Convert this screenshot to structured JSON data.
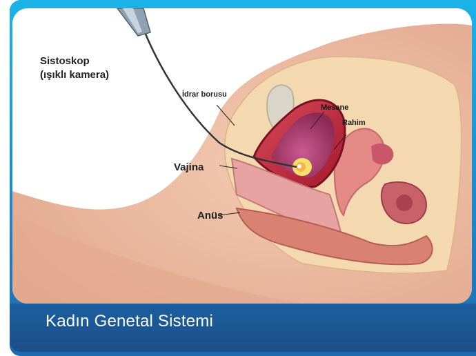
{
  "caption": "Kadın Genetal Sistemi",
  "labels": {
    "sistoskop_line1": "Sistoskop",
    "sistoskop_line2": "(ışıklı kamera)",
    "idrar_borusu": "İdrar borusu",
    "mesane": "Mesane",
    "rahim": "Rahim",
    "vajina": "Vajina",
    "anus": "Anüs"
  },
  "colors": {
    "frame_top": "#1cb3e8",
    "frame_bottom": "#1d6aae",
    "caption_bar": "#1c4f8a",
    "skin": "#f2c9b0",
    "tissue": "#e79a8e",
    "bladder_wall": "#c0233a"
  }
}
